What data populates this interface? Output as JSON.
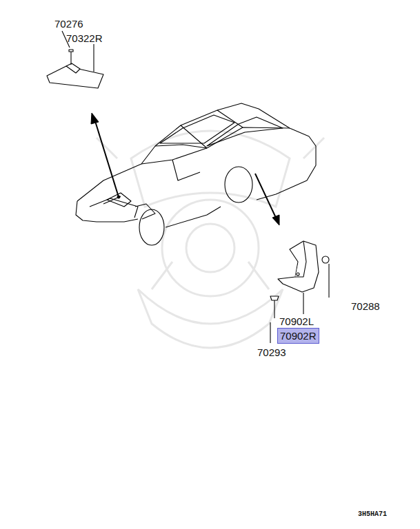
{
  "diagram": {
    "nodes": [
      {
        "text": [
          "70902R"
        ]
      }
    ],
    "labels": [
      "70276",
      "70322R",
      "70288",
      "70902L",
      "70293",
      "3H5HA71"
    ]
  }
}
